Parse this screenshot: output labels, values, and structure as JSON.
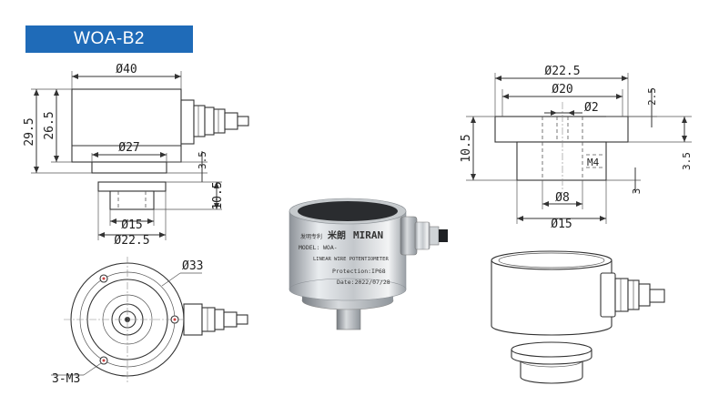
{
  "model_badge": "WOA-B2",
  "front_view": {
    "dia_top": "Ø40",
    "dia_bottom": "Ø27",
    "height_total": "29.5",
    "height_body": "26.5",
    "step_height": "3.5"
  },
  "lower_view": {
    "height": "10.5",
    "dia_inner": "Ø15",
    "dia_outer": "Ø22.5"
  },
  "top_view": {
    "dia_bolt_circle": "Ø33",
    "holes": "3-M3"
  },
  "section_view": {
    "dia_outer": "Ø22.5",
    "dia_flange": "Ø20",
    "dia_hole": "Ø2",
    "flange_thickness": "2.5",
    "height": "10.5",
    "neck_height": "3.5",
    "thread": "M4",
    "thread_depth": "3",
    "dia_bore": "Ø8",
    "dia_neck": "Ø15"
  },
  "photo": {
    "brand_cn": "米朗",
    "brand_en": "MIRAN",
    "model_prefix": "MODEL:",
    "model_value": "WOA-",
    "product_line": "LINEAR WIRE POTENTIOMETER",
    "protection": "Protection:IP68",
    "date": "Date:2022/07/28",
    "small_text": "发明专利"
  }
}
